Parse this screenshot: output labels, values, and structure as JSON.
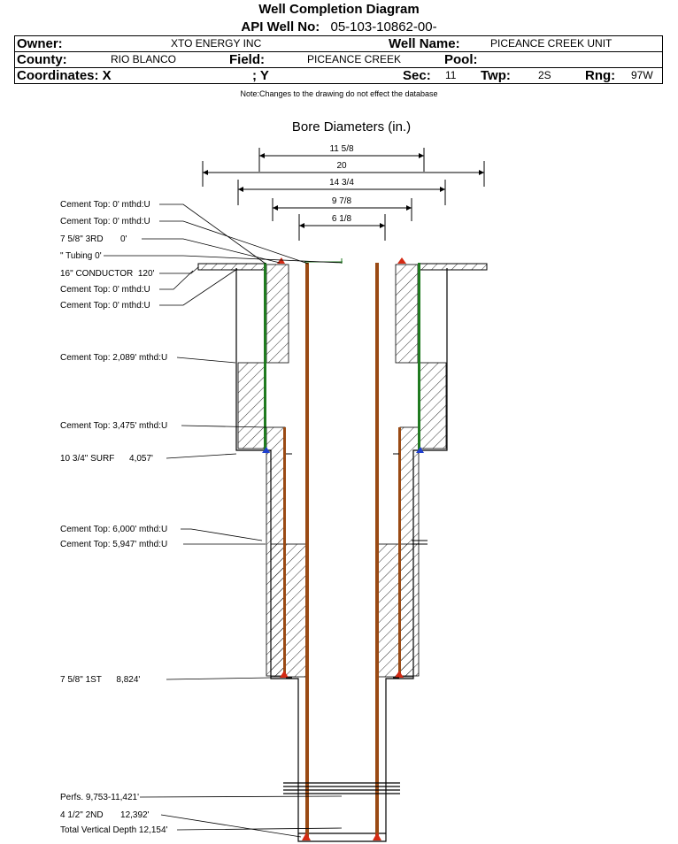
{
  "header": {
    "title": "Well Completion Diagram",
    "api_label": "API Well No:",
    "api_value": "05-103-10862-00-",
    "owner_label": "Owner:",
    "owner_value": "XTO ENERGY INC",
    "well_name_label": "Well Name:",
    "well_name_value": "PICEANCE CREEK UNIT",
    "county_label": "County:",
    "county_value": "RIO BLANCO",
    "field_label": "Field:",
    "field_value": "PICEANCE CREEK",
    "pool_label": "Pool:",
    "pool_value": "",
    "coordinates_label": "Coordinates: X",
    "y_label": "; Y",
    "sec_label": "Sec:",
    "sec_value": "11",
    "twp_label": "Twp:",
    "twp_value": "2S",
    "rng_label": "Rng:",
    "rng_value": "97W",
    "note": "Note:Changes to the drawing do not effect the database"
  },
  "diagram": {
    "bore_title": "Bore Diameters (in.)",
    "bore_diameters": [
      "11 5/8",
      "20",
      "14 3/4",
      "9 7/8",
      "6 1/8"
    ],
    "annotations": [
      "Cement Top: 0' mthd:U",
      "Cement Top: 0' mthd:U",
      "7 5/8\" 3RD       0'",
      "\" Tubing 0'",
      "16\" CONDUCTOR  120'",
      "Cement Top: 0' mthd:U",
      "Cement Top: 0' mthd:U",
      "Cement Top: 2,089' mthd:U",
      "Cement Top: 3,475' mthd:U",
      "10 3/4\" SURF      4,057'",
      "Cement Top: 6,000' mthd:U",
      "Cement Top: 5,947' mthd:U",
      "7 5/8\" 1ST      8,824'",
      "Perfs. 9,753-11,421'",
      "4 1/2\" 2ND       12,392'",
      "Total Vertical Depth 12,154'"
    ],
    "colors": {
      "casing_brown": "#9a4a14",
      "cement_green": "#1f7a1f",
      "shoe_red": "#d42a14",
      "shoe_blue": "#1f3fcf"
    }
  }
}
